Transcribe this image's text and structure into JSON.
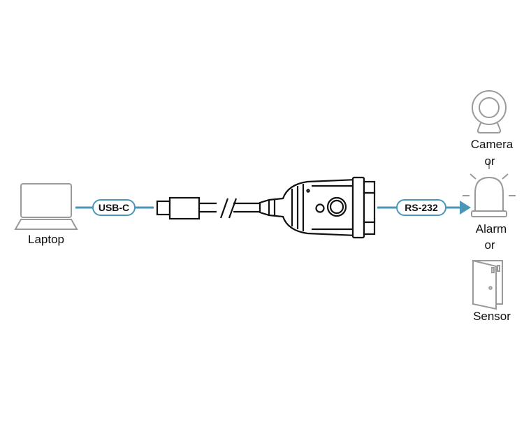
{
  "labels": {
    "laptop": "Laptop",
    "camera": "Camera",
    "or_1": "or",
    "alarm": "Alarm",
    "or_2": "or",
    "sensor": "Sensor"
  },
  "connections": {
    "usb": "USB-C",
    "serial": "RS-232"
  },
  "colors": {
    "link": "#4a96b6",
    "device_icon": "#9a9a9a",
    "line_art": "#111111"
  }
}
